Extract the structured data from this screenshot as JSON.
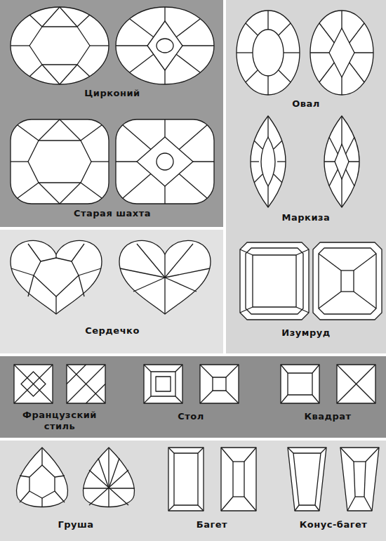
{
  "diagram": {
    "nodes": [
      {
        "text": [
          "Цирконий",
          "Старая шахта"
        ]
      },
      {
        "text": [
          "Овал",
          "Маркиза",
          "Изумруд"
        ]
      },
      {
        "text": [
          "Сердечко"
        ]
      },
      {
        "text": [
          "Французский стиль",
          "Стол",
          "Квадрат"
        ]
      },
      {
        "text": [
          "Груша",
          "Багет",
          "Конус-багет"
        ]
      }
    ]
  }
}
